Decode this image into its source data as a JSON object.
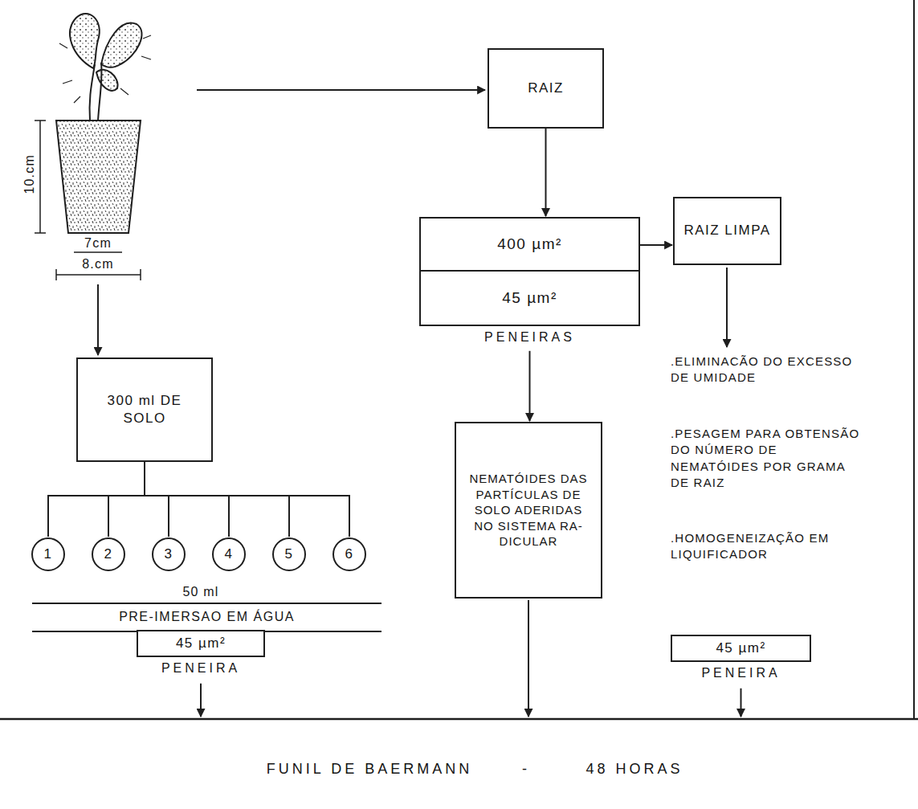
{
  "diagram": {
    "nodes": [
      {
        "text": [
          "RAIZ"
        ]
      },
      {
        "text": [
          "300 ml DE SOLO"
        ]
      },
      {
        "text": [
          "400 µm²",
          "45 µm²",
          "PENEIRAS"
        ]
      },
      {
        "text": [
          "RAIZ LIMPA"
        ]
      },
      {
        "text": [
          "1"
        ]
      },
      {
        "text": [
          "2"
        ]
      },
      {
        "text": [
          "3"
        ]
      },
      {
        "text": [
          "4"
        ]
      },
      {
        "text": [
          "5"
        ]
      },
      {
        "text": [
          "6"
        ]
      },
      {
        "text": [
          "PRE-IMERSAO EM ÁGUA"
        ]
      },
      {
        "text": [
          "45 µm²",
          "PENEIRA"
        ]
      },
      {
        "text": [
          "NEMATÓIDES DAS PARTÍCULAS DE SOLO ADERIDAS NO SISTEMA RA- DICULAR"
        ]
      },
      {
        "text": [
          "45 µm²",
          "PENEIRA"
        ]
      }
    ],
    "edges": [
      {
        "from": 0,
        "to": 2,
        "arrow": "to"
      },
      {
        "from": 2,
        "to": 3,
        "arrow": "to"
      },
      {
        "from": 2,
        "to": 12,
        "arrow": "to"
      },
      {
        "from": 1,
        "to": 4,
        "arrow": "none"
      },
      {
        "from": 1,
        "to": 5,
        "arrow": "none"
      },
      {
        "from": 1,
        "to": 6,
        "arrow": "none"
      },
      {
        "from": 1,
        "to": 7,
        "arrow": "none"
      },
      {
        "from": 1,
        "to": 8,
        "arrow": "none"
      },
      {
        "from": 1,
        "to": 9,
        "arrow": "none"
      }
    ],
    "labels": [
      "10.cm",
      "7cm",
      "8.cm",
      "50 ml",
      ".ELIMINACÃO DO EXCESSO DE UMIDADE",
      ".PESAGEM PARA OBTENSÃO DO NÚMERO DE NEMATÓIDES POR GRAMA DE RAIZ",
      ".HOMOGENEIZAÇÃO EM LIQUIFICADOR",
      "FUNIL DE BAERMANN",
      "-",
      "48 HORAS"
    ]
  }
}
